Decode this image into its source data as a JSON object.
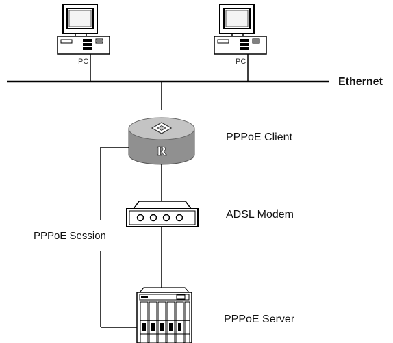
{
  "diagram": {
    "pcs": [
      {
        "label": "PC"
      },
      {
        "label": "PC"
      }
    ],
    "ethernet_label": "Ethernet",
    "nodes": {
      "client_label": "PPPoE Client",
      "modem_label": "ADSL Modem",
      "server_label": "PPPoE Server"
    },
    "session_label": "PPPoE Session",
    "router_glyph": "R"
  }
}
